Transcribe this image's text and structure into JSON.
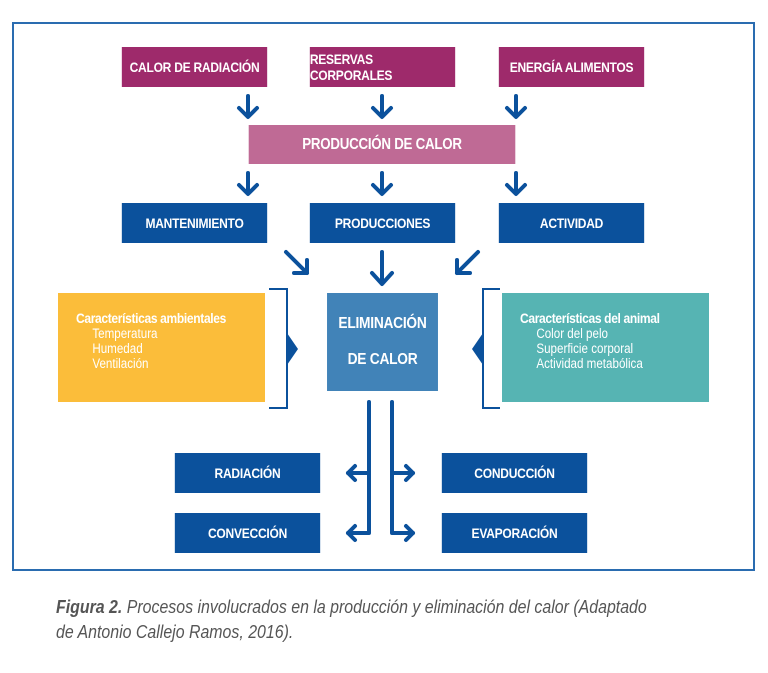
{
  "diagram": {
    "sources": [
      {
        "label": "CALOR DE RADIACIÓN"
      },
      {
        "label": "RESERVAS CORPORALES"
      },
      {
        "label": "ENERGÍA ALIMENTOS"
      }
    ],
    "production": {
      "label": "PRODUCCIÓN DE CALOR"
    },
    "uses": [
      {
        "label": "MANTENIMIENTO"
      },
      {
        "label": "PRODUCCIONES"
      },
      {
        "label": "ACTIVIDAD"
      }
    ],
    "elimination": {
      "line1": "ELIMINACIÓN",
      "line2": "DE CALOR"
    },
    "environment_panel": {
      "title": "Características ambientales",
      "items": [
        "Temperatura",
        "Humedad",
        "Ventilación"
      ]
    },
    "animal_panel": {
      "title": "Características del animal",
      "items": [
        "Color del pelo",
        "Superficie corporal",
        "Actividad metabólica"
      ]
    },
    "outputs_left": [
      {
        "label": "RADIACIÓN"
      },
      {
        "label": "CONVECCIÓN"
      }
    ],
    "outputs_right": [
      {
        "label": "CONDUCCIÓN"
      },
      {
        "label": "EVAPORACIÓN"
      }
    ],
    "colors": {
      "source_box": "#9e2a6b",
      "production_box": "#bf6a95",
      "navy_box": "#0b519c",
      "elimination_box": "#4183b8",
      "environment_panel": "#fbbd3a",
      "animal_panel": "#56b4b3",
      "arrow": "#0b519c"
    }
  },
  "caption": {
    "label": "Figura 2.",
    "line1": " Procesos involucrados en la producción y eliminación del calor (Adaptado",
    "line2": "de Antonio Callejo Ramos, 2016)."
  }
}
